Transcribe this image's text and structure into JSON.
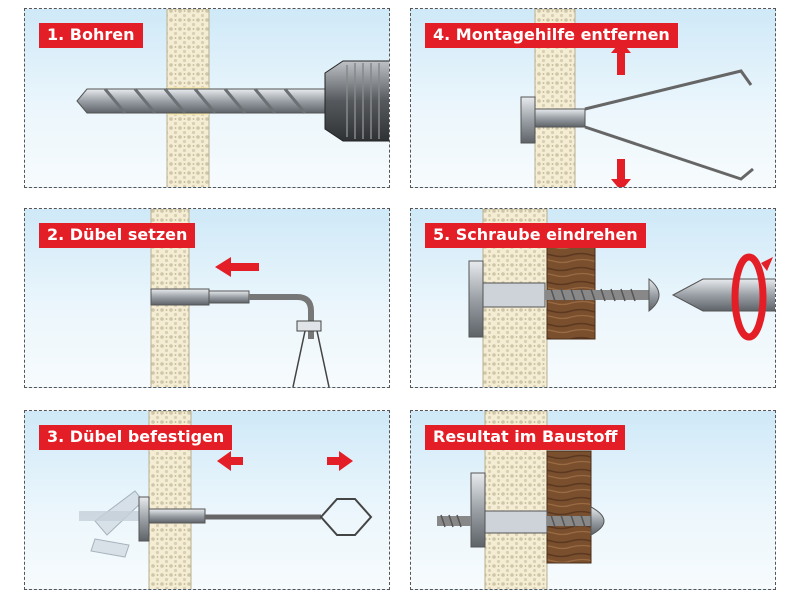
{
  "steps": [
    {
      "label": "1. Bohren"
    },
    {
      "label": "2. Dübel setzen"
    },
    {
      "label": "3. Dübel befestigen"
    },
    {
      "label": "4. Montagehilfe entfernen"
    },
    {
      "label": "5. Schraube eindrehen"
    },
    {
      "label": "Resultat im Baustoff"
    }
  ],
  "colors": {
    "accent_red": "#e41e26",
    "wall": "#f3ecd2",
    "wood": "#7a4f2e",
    "sky": "#cfe9f8",
    "metal": "#9aa0a6"
  }
}
